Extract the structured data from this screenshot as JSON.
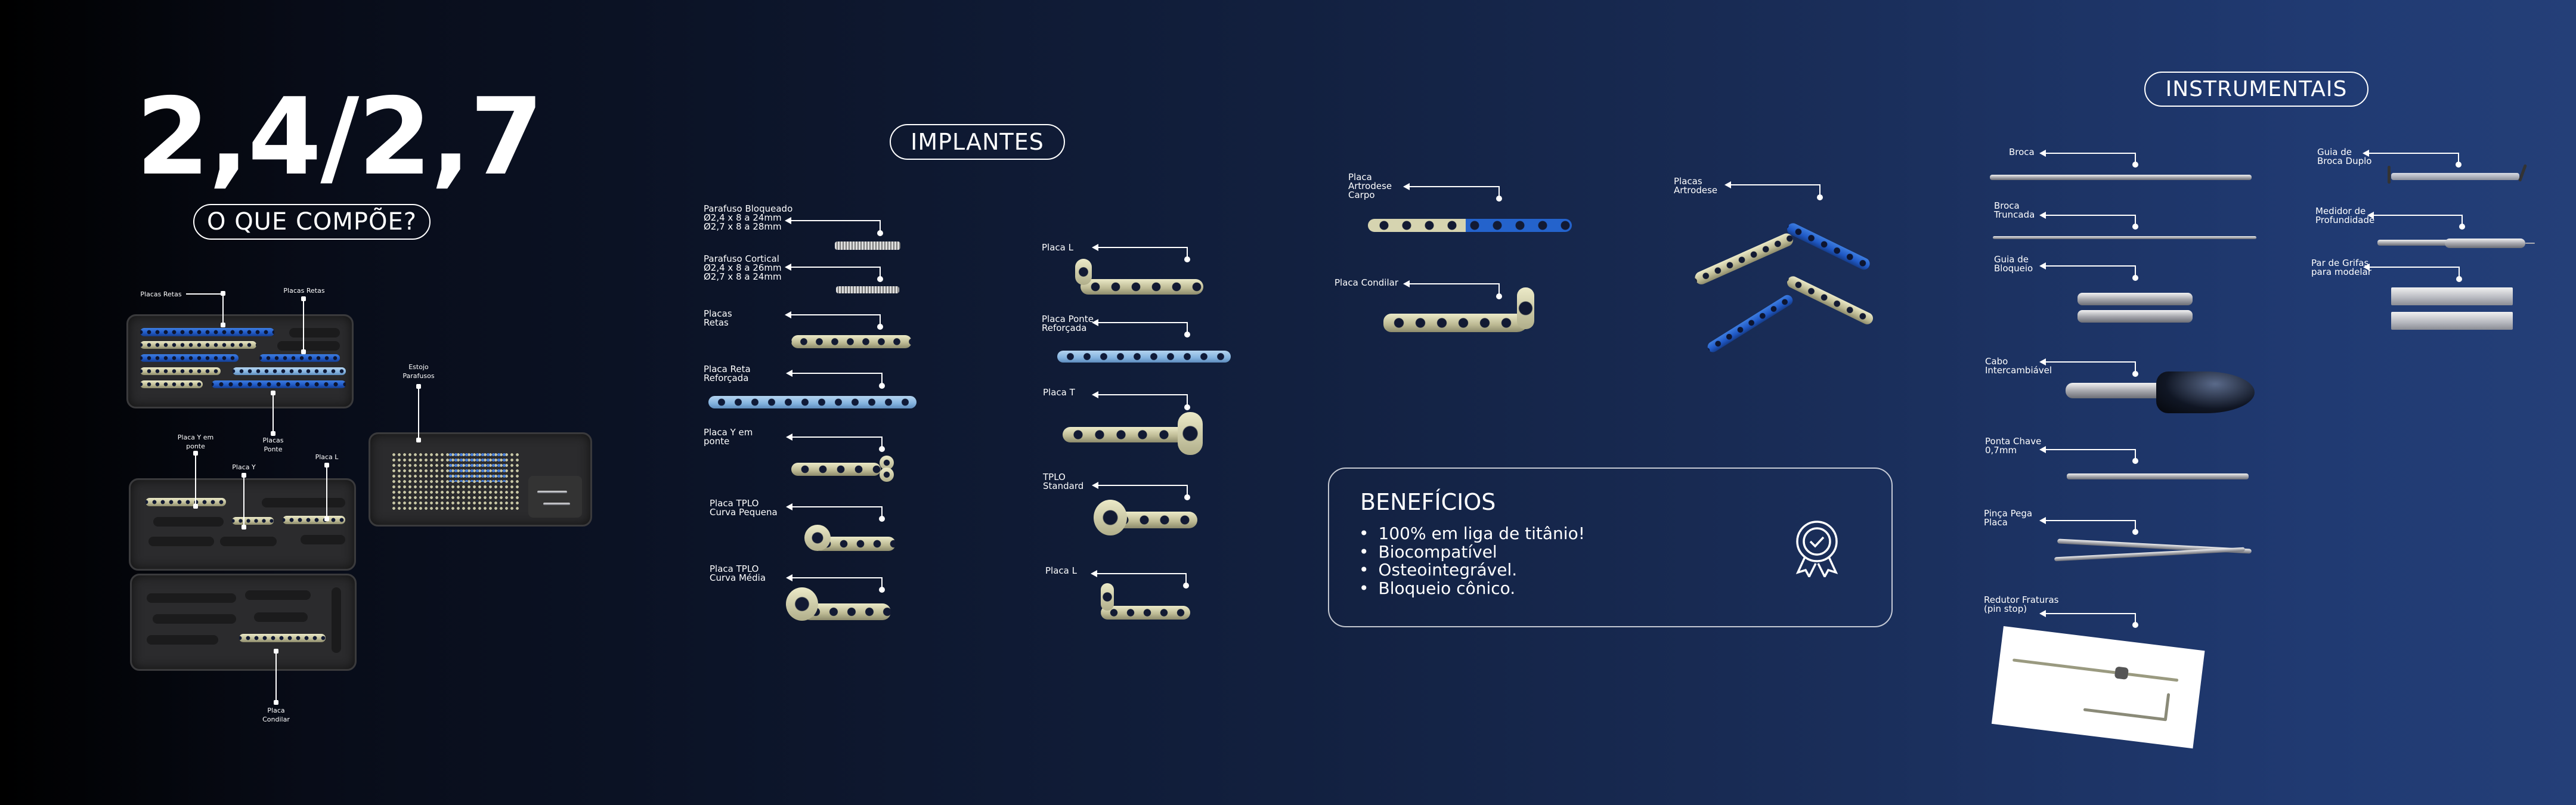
{
  "hero": {
    "title": "2,4/2,7",
    "subtitle": "O QUE COMPÕE?"
  },
  "kit_labels": {
    "placas_retas_a": "Placas Retas",
    "placas_retas_b": "Placas Retas",
    "estojo_parafusos": "Estojo\nParafusos",
    "placas_ponte": "Placas\nPonte",
    "placa_y_em_ponte": "Placa Y em\nponte",
    "placa_y": "Placa Y",
    "placa_l": "Placa L",
    "placa_condilar": "Placa\nCondilar"
  },
  "implantes": {
    "title": "IMPLANTES",
    "items": [
      {
        "label": "Parafuso Bloqueado\nØ2,4 x 8 a 24mm\nØ2,7 x 8 a 28mm"
      },
      {
        "label": "Parafuso Cortical\nØ2,4 x 8 a 26mm\nØ2,7 x 8 a 24mm"
      },
      {
        "label": "Placas\nRetas"
      },
      {
        "label": "Placa Reta\nReforçada"
      },
      {
        "label": "Placa Y em\nponte"
      },
      {
        "label": "Placa TPLO\nCurva Pequena"
      },
      {
        "label": "Placa TPLO\nCurva Média"
      },
      {
        "label": "Placa L"
      },
      {
        "label": "Placa Ponte\nReforçada"
      },
      {
        "label": "Placa T"
      },
      {
        "label": "TPLO\nStandard"
      },
      {
        "label": "Placa L"
      },
      {
        "label": "Placa\nArtrodese\nCarpo"
      },
      {
        "label": "Placa Condilar"
      },
      {
        "label": "Placas\nArtrodese"
      }
    ]
  },
  "beneficios": {
    "title": "BENEFÍCIOS",
    "items": [
      "100% em liga de titânio!",
      "Biocompatível",
      "Osteointegrável.",
      "Bloqueio cônico."
    ],
    "icon": "award-check-icon"
  },
  "instrumentais": {
    "title": "INSTRUMENTAIS",
    "items": [
      {
        "label": "Broca"
      },
      {
        "label": "Broca\nTruncada"
      },
      {
        "label": "Guia de\nBloqueio"
      },
      {
        "label": "Cabo\nIntercambiável"
      },
      {
        "label": "Ponta Chave\n0,7mm"
      },
      {
        "label": "Pinça Pega\nPlaca"
      },
      {
        "label": "Redutor Fraturas\n(pin stop)"
      },
      {
        "label": "Guia de\nBroca Duplo"
      },
      {
        "label": "Medidor de\nProfundidade"
      },
      {
        "label": "Par de Grifas\npara modelar"
      }
    ]
  },
  "colors": {
    "background_left": "#000000",
    "background_right": "#243f78",
    "plate_titanium": "#d6d4b0",
    "plate_blue": "#2463cc",
    "plate_light_blue": "#84b3df"
  }
}
